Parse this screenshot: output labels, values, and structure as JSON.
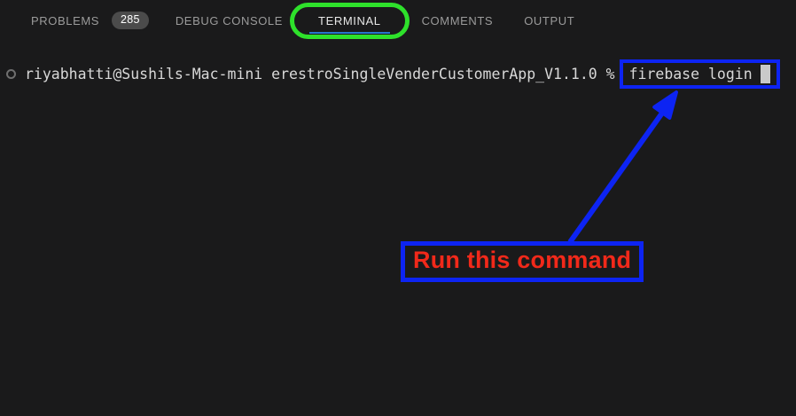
{
  "panel_tabs": {
    "problems": {
      "label": "PROBLEMS",
      "badge": "285"
    },
    "debug_console": {
      "label": "DEBUG CONSOLE"
    },
    "terminal": {
      "label": "TERMINAL",
      "active": true
    },
    "comments": {
      "label": "COMMENTS"
    },
    "output": {
      "label": "OUTPUT"
    }
  },
  "terminal": {
    "prompt": "riyabhatti@Sushils-Mac-mini erestroSingleVenderCustomerApp_V1.1.0 %",
    "command": "firebase login",
    "cursor_visible": true
  },
  "annotations": {
    "callout_text": "Run this command",
    "highlight_box_target": "firebase login",
    "ring_target_tab": "TERMINAL"
  },
  "colors": {
    "background": "#1a1a1b",
    "tab_inactive_text": "#9b9b9b",
    "tab_active_text": "#e7e7e7",
    "active_tab_underline": "#2677cb",
    "badge_background": "#4b4b4b",
    "terminal_text": "#d8d8d8",
    "annotation_blue": "#0d24f3",
    "annotation_green": "#2ee12b",
    "callout_red": "#f2291a"
  }
}
